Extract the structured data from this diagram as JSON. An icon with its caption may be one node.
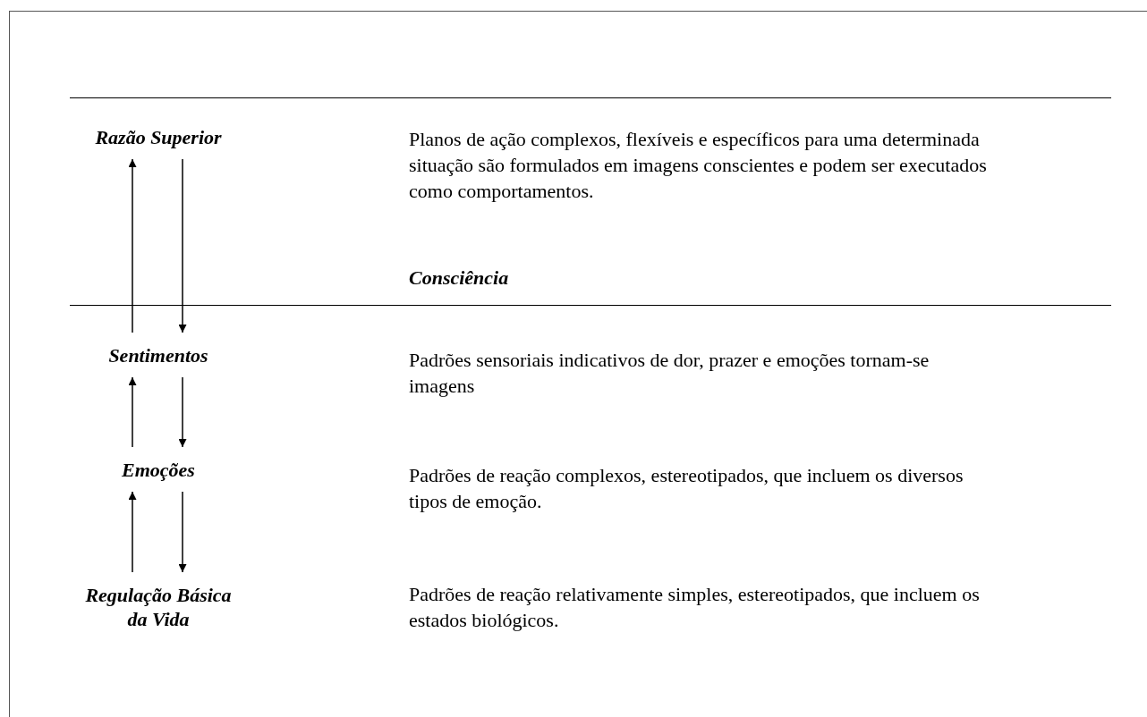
{
  "diagram": {
    "nodes": [
      {
        "text": [
          "Razão Superior"
        ]
      },
      {
        "text": [
          "Sentimentos"
        ]
      },
      {
        "text": [
          "Emoções"
        ]
      },
      {
        "text": [
          "Regulação Básica da Vida"
        ]
      }
    ],
    "edges": [
      {
        "from": 1,
        "to": 0,
        "arrow": "to"
      },
      {
        "from": 0,
        "to": 1,
        "arrow": "to"
      },
      {
        "from": 2,
        "to": 1,
        "arrow": "to"
      },
      {
        "from": 1,
        "to": 2,
        "arrow": "to"
      },
      {
        "from": 3,
        "to": 2,
        "arrow": "to"
      },
      {
        "from": 2,
        "to": 3,
        "arrow": "to"
      }
    ],
    "labels": [
      "Planos de ação complexos, flexíveis e específicos para uma determinada situação são formulados em imagens conscientes e podem ser executados como comportamentos.",
      "Consciência",
      "Padrões sensoriais indicativos de dor, prazer e emoções tornam-se imagens",
      "Padrões de reação complexos, estereotipados, que incluem os diversos tipos de emoção.",
      "Padrões de reação relativamente simples, estereotipados, que incluem os estados biológicos."
    ]
  }
}
